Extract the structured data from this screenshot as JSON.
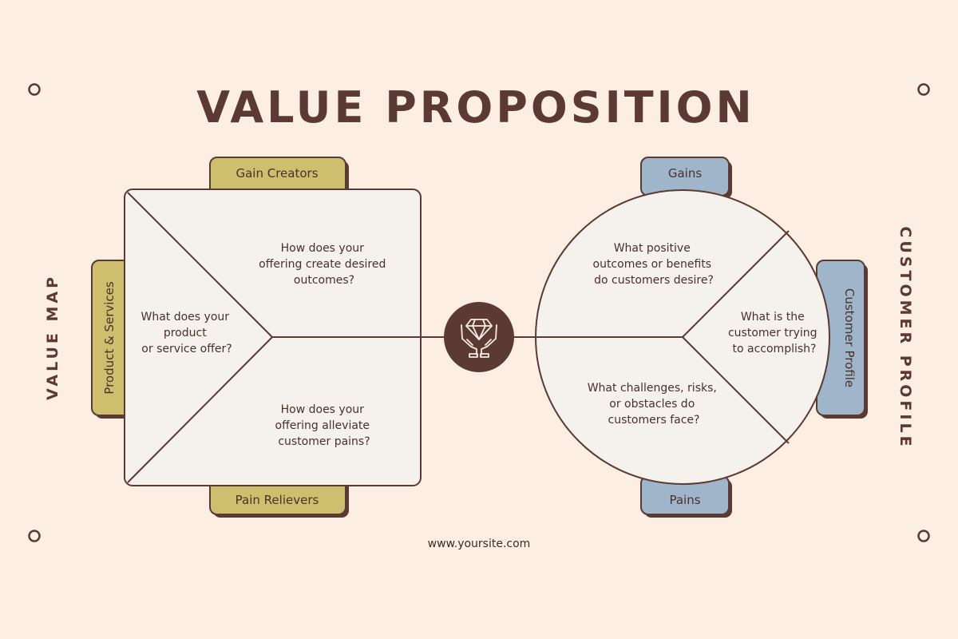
{
  "title": "VALUE PROPOSITION",
  "value_map_label": "VALUE MAP",
  "customer_profile_label": "CUSTOMER PROFILE",
  "value_map": {
    "tabs": {
      "gain_creators": "Gain Creators",
      "pain_relievers": "Pain Relievers",
      "products_services": "Product & Services"
    },
    "questions": {
      "products": [
        "What does your",
        "product",
        "or service offer?"
      ],
      "gain_creators": [
        "How does your",
        "offering create desired",
        "outcomes?"
      ],
      "pain_relievers": [
        "How does your",
        "offering alleviate",
        "customer pains?"
      ]
    }
  },
  "customer_profile": {
    "tabs": {
      "gains": "Gains",
      "pains": "Pains",
      "customer_profile": "Customer Profile"
    },
    "questions": {
      "gains": [
        "What positive",
        "outcomes or benefits",
        "do customers desire?"
      ],
      "jobs": [
        "What is the",
        "customer trying",
        "to accomplish?"
      ],
      "pains": [
        "What challenges, risks,",
        "or obstacles do",
        "customers face?"
      ]
    }
  },
  "footer": "www.yoursite.com",
  "colors": {
    "background": "#fdeee4",
    "panel": "#f5f1ec",
    "outline": "#5a3a33",
    "olive_tab": "#cdbf6e",
    "blue_tab": "#9fb6ca",
    "center_badge": "#5a3a33"
  },
  "center_icon": "diamond-in-hands-icon"
}
